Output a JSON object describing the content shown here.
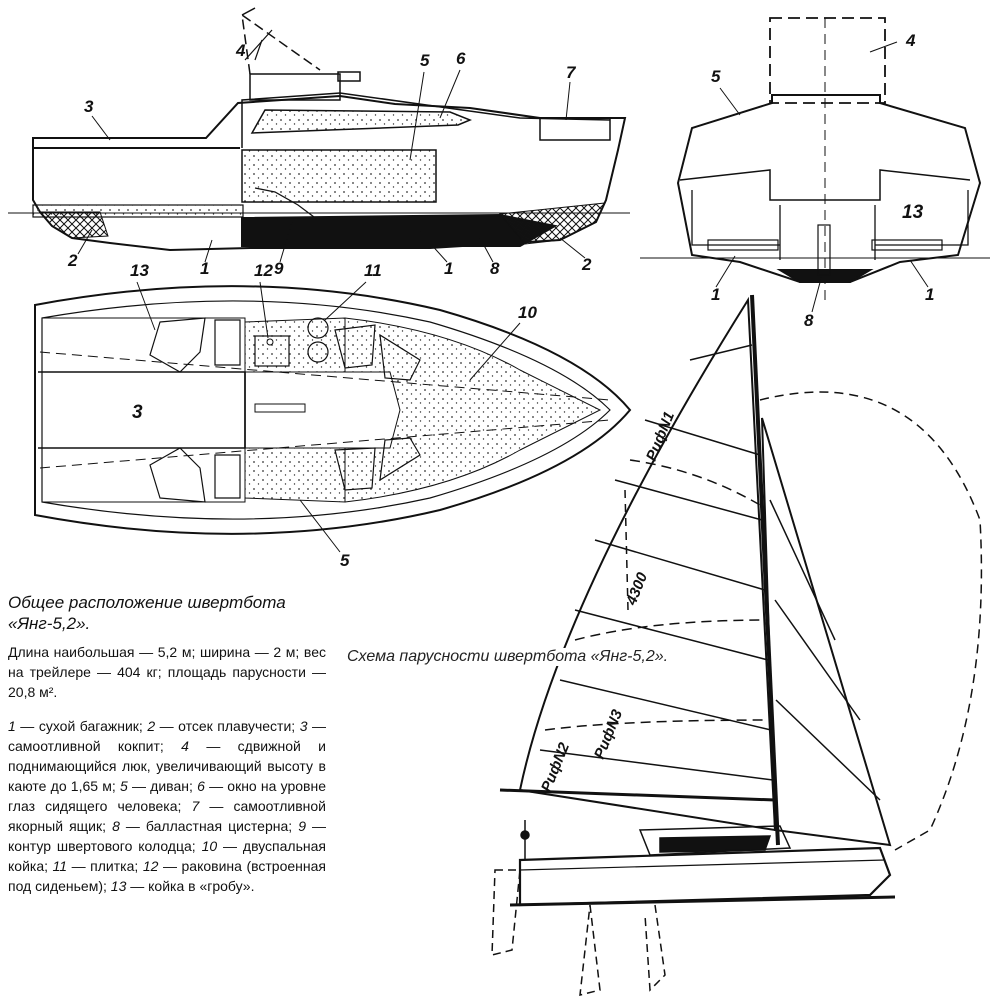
{
  "caption": {
    "title": "Общее расположение швертбота «Янг-5,2».",
    "main": "Длина наибольшая — 5,2 м; ширина — 2 м; вес на трейлере — 404 кг; площадь парусности — 20,8 м².",
    "legend": [
      {
        "num": "1",
        "text": "сухой багажник;"
      },
      {
        "num": "2",
        "text": "отсек плавучести;"
      },
      {
        "num": "3",
        "text": "самоотливной кокпит;"
      },
      {
        "num": "4",
        "text": "сдвижной и поднимающийся люк, увеличивающий высоту в каюте до 1,65 м;"
      },
      {
        "num": "5",
        "text": "диван;"
      },
      {
        "num": "6",
        "text": "окно на уровне глаз сидящего человека;"
      },
      {
        "num": "7",
        "text": "самоотливной якорный ящик;"
      },
      {
        "num": "8",
        "text": "балластная цистерна;"
      },
      {
        "num": "9",
        "text": "контур швертового колодца;"
      },
      {
        "num": "10",
        "text": "двуспальная койка;"
      },
      {
        "num": "11",
        "text": "плитка;"
      },
      {
        "num": "12",
        "text": "раковина (встроенная под сиденьем);"
      },
      {
        "num": "13",
        "text": "койка в «гробу»."
      }
    ]
  },
  "sail_caption": "Схема парусности швертбота «Янг-5,2».",
  "side_labels": {
    "l1a": "1",
    "l1b": "1",
    "l2a": "2",
    "l2b": "2",
    "l3": "3",
    "l4": "4",
    "l5": "5",
    "l6": "6",
    "l7": "7",
    "l8": "8",
    "l9": "9"
  },
  "plan_labels": {
    "l3": "3",
    "l5": "5",
    "l10": "10",
    "l11": "11",
    "l12": "12",
    "l13": "13"
  },
  "section_labels": {
    "l1a": "1",
    "l1b": "1",
    "l4": "4",
    "l5": "5",
    "l8": "8",
    "l13": "13"
  },
  "sail_labels": {
    "reef1": "РифN1",
    "reef2": "РифN2",
    "reef3": "РифN3",
    "dimension": "4300"
  },
  "colors": {
    "ink": "#111111",
    "ballast": "#111111",
    "paper": "#ffffff"
  }
}
